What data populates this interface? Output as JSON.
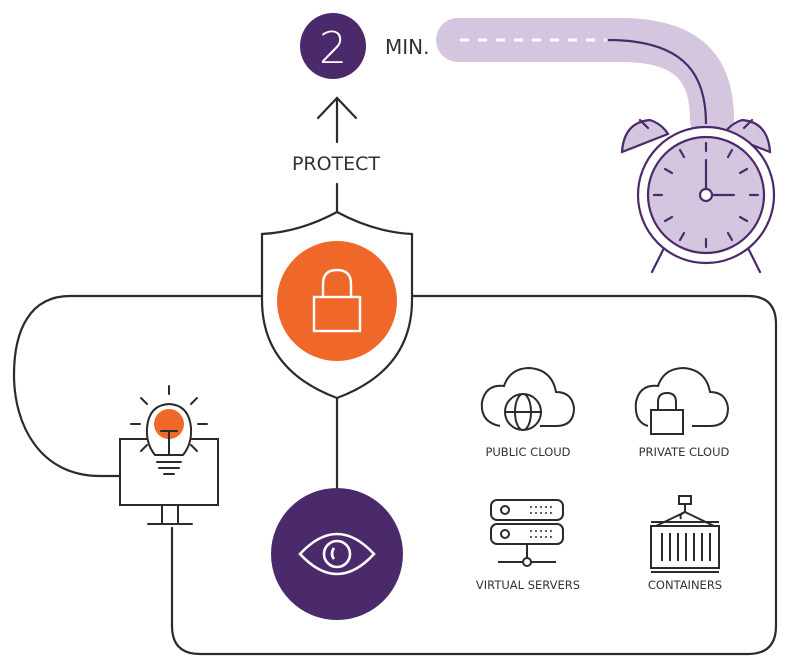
{
  "timer": {
    "number": "2",
    "unit": "MIN."
  },
  "protect": {
    "label": "PROTECT"
  },
  "environments": [
    {
      "label": "PUBLIC CLOUD",
      "icon": "public-cloud-globe-icon"
    },
    {
      "label": "PRIVATE CLOUD",
      "icon": "private-cloud-lock-icon"
    },
    {
      "label": "VIRTUAL SERVERS",
      "icon": "server-stack-icon"
    },
    {
      "label": "CONTAINERS",
      "icon": "shipping-container-icon"
    }
  ],
  "icons": {
    "shield": "shield-lock-icon",
    "eye": "eye-icon",
    "bulb": "lightbulb-monitor-icon",
    "clock": "alarm-clock-icon"
  },
  "colors": {
    "purple": "#4b2a6b",
    "lavender": "#d3c6de",
    "orange": "#f0672a",
    "line": "#2b2b2b",
    "text": "#333333"
  }
}
